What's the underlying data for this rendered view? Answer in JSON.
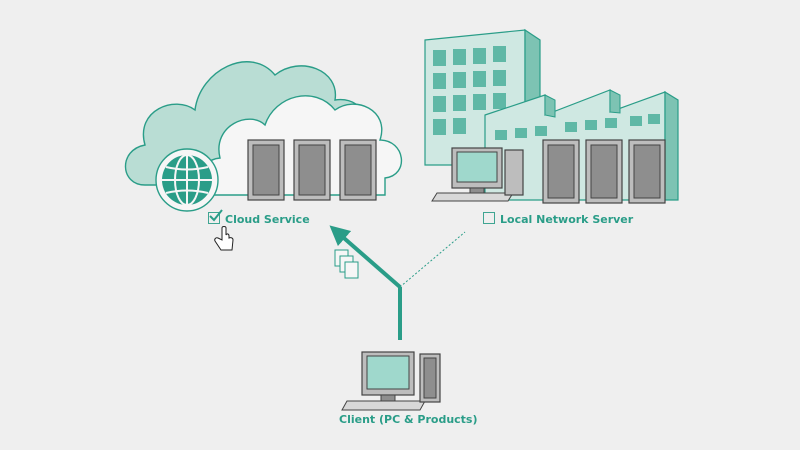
{
  "colors": {
    "accent": "#2a9d88",
    "cloud_back": "#b9ddd4",
    "cloud_front": "#f6f6f6",
    "building_face": "#cfe8e2",
    "building_side": "#7dc3b3",
    "window": "#5fb8a6",
    "server_body": "#a8a8a8",
    "screen": "#9fd8cc"
  },
  "cloud": {
    "label": "Cloud Service",
    "checked": true,
    "icons": [
      "globe-icon",
      "server-icon",
      "checkbox-checked-icon",
      "hand-cursor-icon"
    ]
  },
  "local": {
    "label": "Local Network Server",
    "checked": false,
    "icons": [
      "factory-icon",
      "server-icon",
      "workstation-icon",
      "checkbox-empty-icon"
    ]
  },
  "client": {
    "label": "Client (PC & Products)",
    "icons": [
      "workstation-icon",
      "documents-icon"
    ]
  }
}
